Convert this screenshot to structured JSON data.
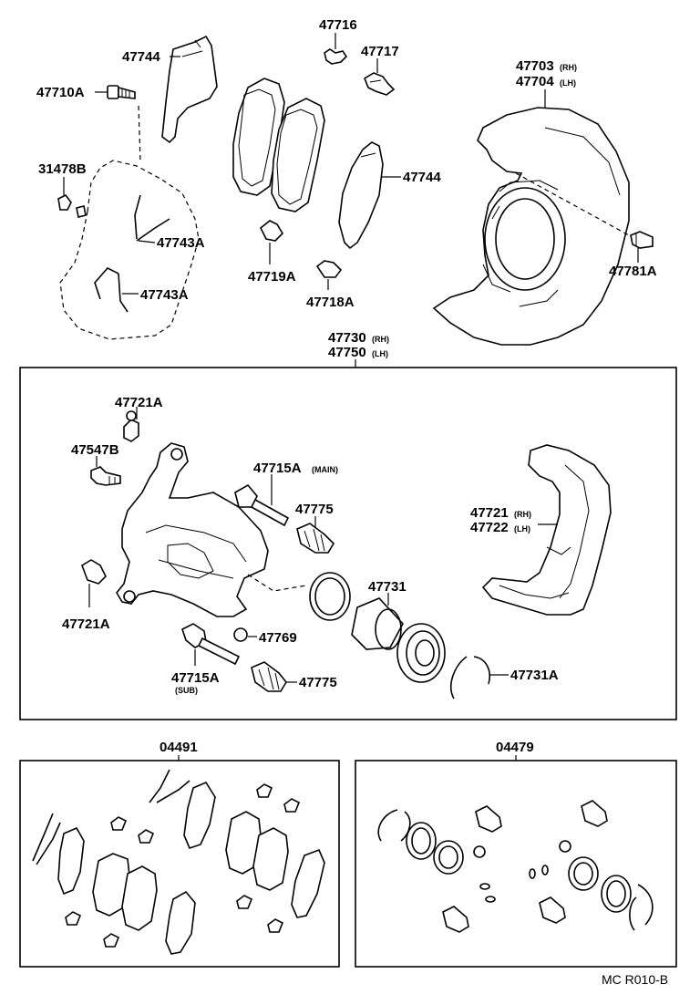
{
  "labels": {
    "p47744_top": "47744",
    "p47710A": "47710A",
    "p31478B": "31478B",
    "p47743A_1": "47743A",
    "p47743A_2": "47743A",
    "p47716": "47716",
    "p47717": "47717",
    "p47744_mid": "47744",
    "p47719A": "47719A",
    "p47718A": "47718A",
    "p47703": "47703",
    "p47703_sub": "(RH)",
    "p47704": "47704",
    "p47704_sub": "(LH)",
    "p47781A": "47781A",
    "p47730": "47730",
    "p47730_sub": "(RH)",
    "p47750": "47750",
    "p47750_sub": "(LH)",
    "p47721A_top": "47721A",
    "p47547B": "47547B",
    "p47715A_main": "47715A",
    "p47715A_main_sub": "(MAIN)",
    "p47775_top": "47775",
    "p47721": "47721",
    "p47721_sub": "(RH)",
    "p47722": "47722",
    "p47722_sub": "(LH)",
    "p47721A_bot": "47721A",
    "p47731": "47731",
    "p47769": "47769",
    "p47715A_sub": "47715A",
    "p47715A_sub_sub": "(SUB)",
    "p47775_bot": "47775",
    "p47731A": "47731A",
    "p04491": "04491",
    "p04479": "04479"
  },
  "footer": {
    "code": "MC R010-B"
  }
}
